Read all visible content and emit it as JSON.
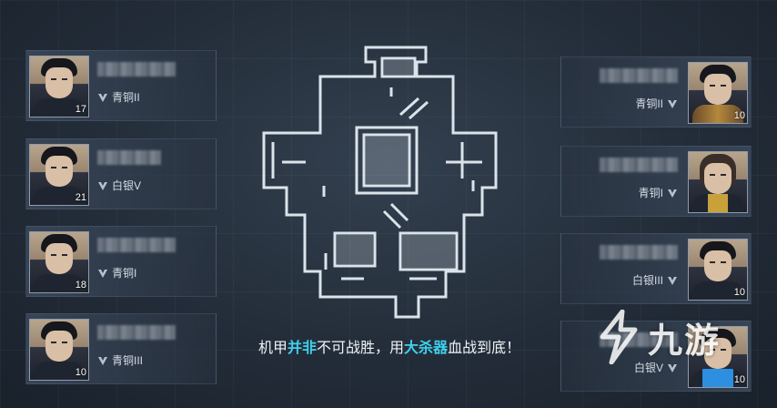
{
  "left_team": [
    {
      "level": "17",
      "rank": "青铜II",
      "avatar": "male-dark-hair"
    },
    {
      "level": "21",
      "rank": "白银V",
      "avatar": "male-dark-hair"
    },
    {
      "level": "18",
      "rank": "青铜I",
      "avatar": "male-dark-hair"
    },
    {
      "level": "10",
      "rank": "青铜III",
      "avatar": "male-dark-hair"
    }
  ],
  "right_team": [
    {
      "level": "10",
      "rank": "青铜II",
      "avatar": "male-vest"
    },
    {
      "level": "",
      "rank": "青铜I",
      "avatar": "female-gold"
    },
    {
      "level": "10",
      "rank": "白银III",
      "avatar": "male-dark-hair"
    },
    {
      "level": "10",
      "rank": "白银V",
      "avatar": "male-blue"
    }
  ],
  "caption": {
    "part1": "机甲",
    "hl1": "并非",
    "part2": "不可战胜，用",
    "hl2": "大杀器",
    "part3": "血战到底！"
  },
  "watermark": {
    "text": "九游",
    "icon": "nine-game-logo-icon"
  },
  "colors": {
    "highlight": "#3fd0ee",
    "map_line": "#dbe3ea",
    "background": "#232d39"
  }
}
